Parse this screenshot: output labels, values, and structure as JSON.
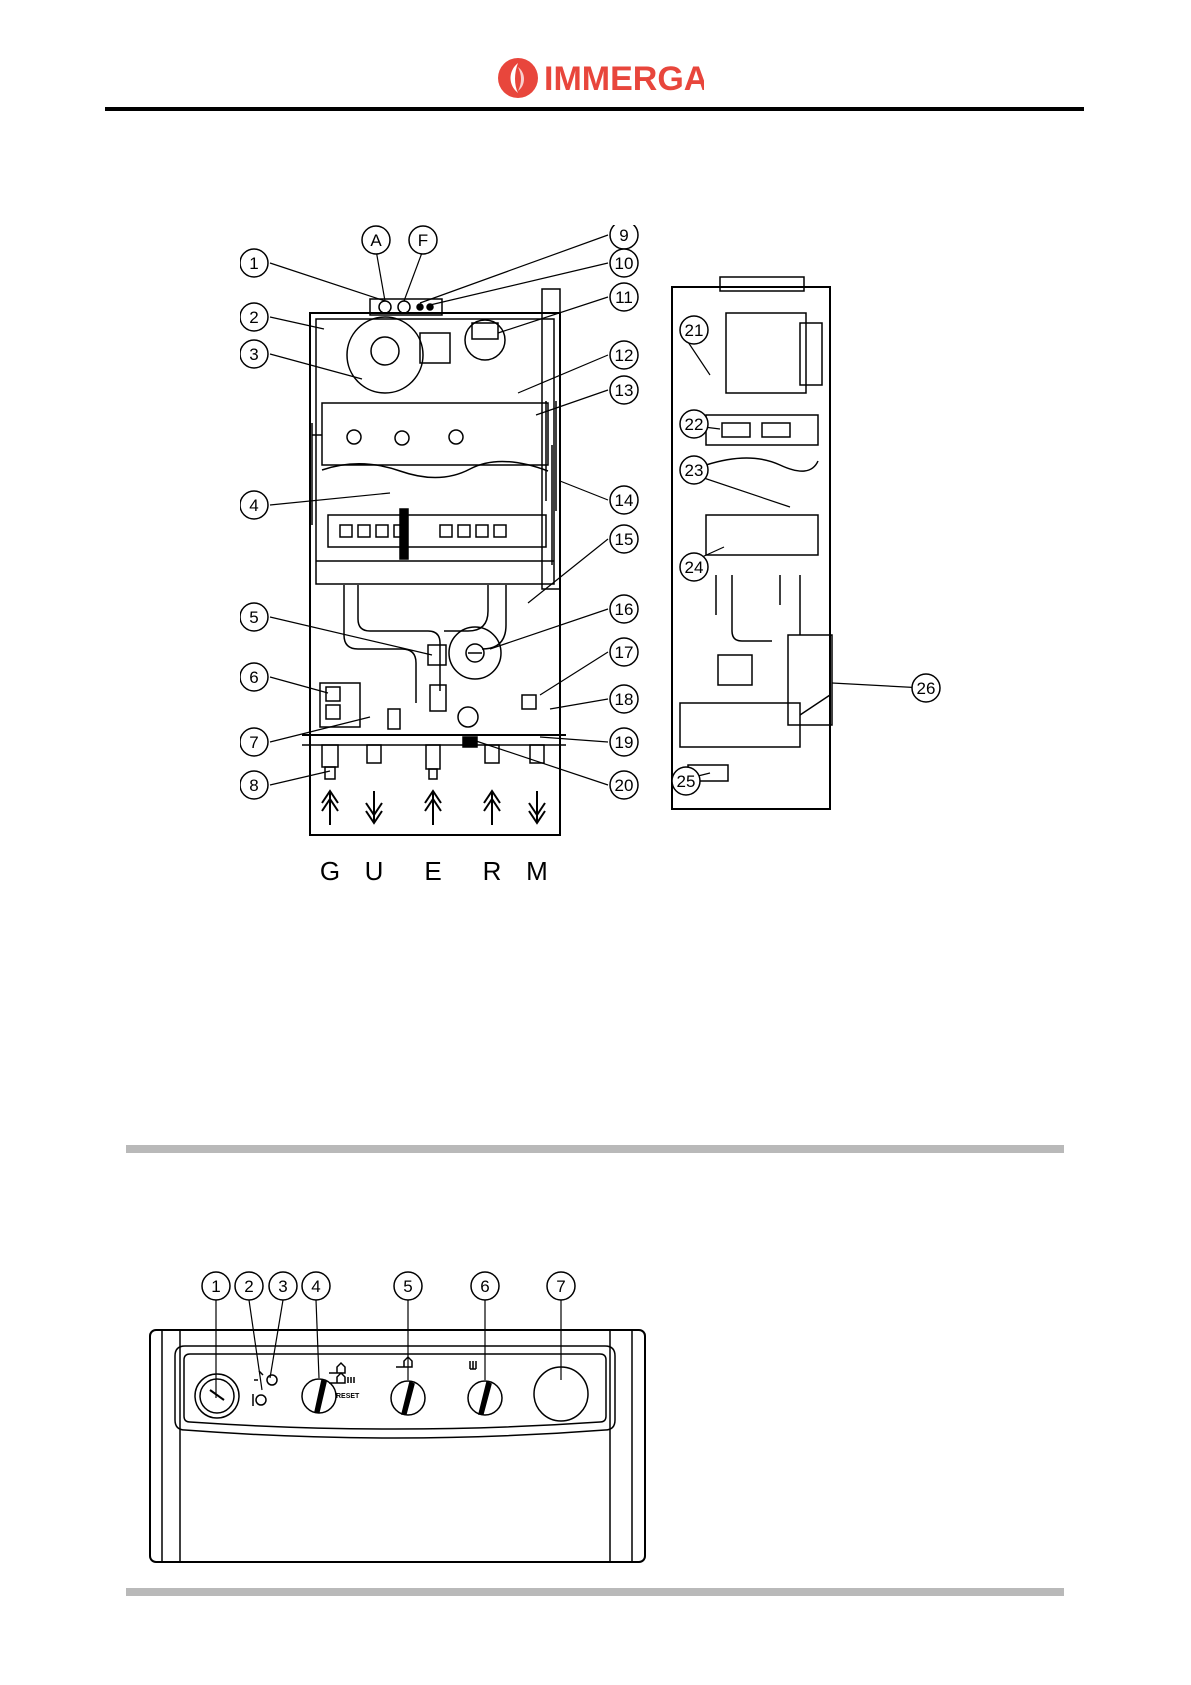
{
  "logo": {
    "text": "IMMERGAS",
    "brand_color": "#e8463c"
  },
  "figure1": {
    "front_callouts": [
      "1",
      "2",
      "3",
      "4",
      "5",
      "6",
      "7",
      "8",
      "A",
      "F",
      "9",
      "10",
      "11",
      "12",
      "13",
      "14",
      "15",
      "16",
      "17",
      "18",
      "19",
      "20"
    ],
    "side_callouts": [
      "21",
      "22",
      "23",
      "24",
      "25",
      "26"
    ],
    "flow_labels": [
      "G",
      "U",
      "E",
      "R",
      "M"
    ]
  },
  "figure2": {
    "callouts": [
      "1",
      "2",
      "3",
      "4",
      "5",
      "6",
      "7"
    ],
    "reset_label": "RESET"
  },
  "colors": {
    "rule_gray": "#b9b9b9",
    "line": "#000000"
  }
}
